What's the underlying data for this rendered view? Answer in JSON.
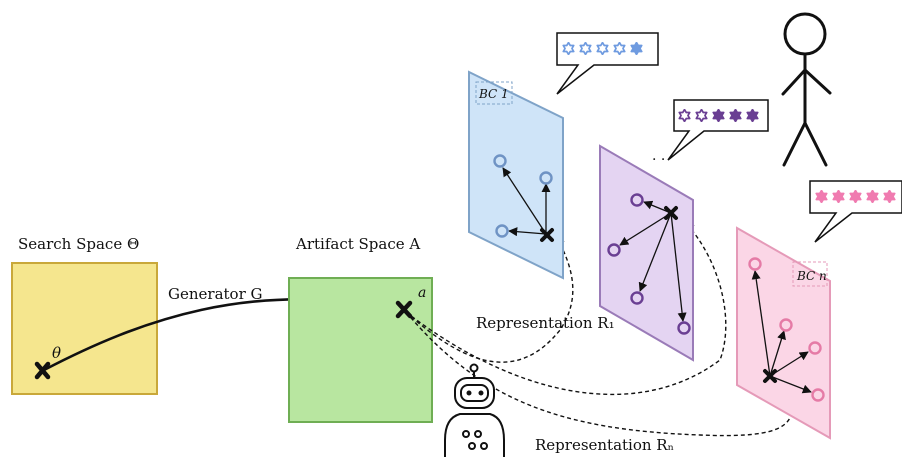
{
  "labels": {
    "search_space": "Search Space Θ",
    "artifact_space": "Artifact Space A",
    "generator": "Generator G",
    "theta": "θ",
    "a": "a",
    "representation_1": "Representation R₁",
    "representation_n": "Representation Rₙ",
    "bc_1": "BC 1",
    "bc_n": "BC n",
    "ellipsis": "·  ·"
  },
  "colors": {
    "search_fill": "#f5e68e",
    "search_stroke": "#c9a83a",
    "artifact_fill": "#b8e6a0",
    "artifact_stroke": "#6fae54",
    "bc1_fill": "#cfe4f8",
    "bc1_stroke": "#7fa3c8",
    "bc1_point": "#6f93c4",
    "bc2_fill": "#e4d4f2",
    "bc2_stroke": "#9a7bb8",
    "bc2_point": "#6a3f93",
    "bcn_fill": "#fbd6e6",
    "bcn_stroke": "#e59ab8",
    "bcn_point": "#e57ba6"
  },
  "icons": {
    "human": "stick-figure-icon",
    "robot": "robot-icon",
    "rating_bc1": "star-rating-outline-blue",
    "rating_bc2": "star-rating-mixed-purple",
    "rating_bcn": "star-rating-filled-pink"
  }
}
